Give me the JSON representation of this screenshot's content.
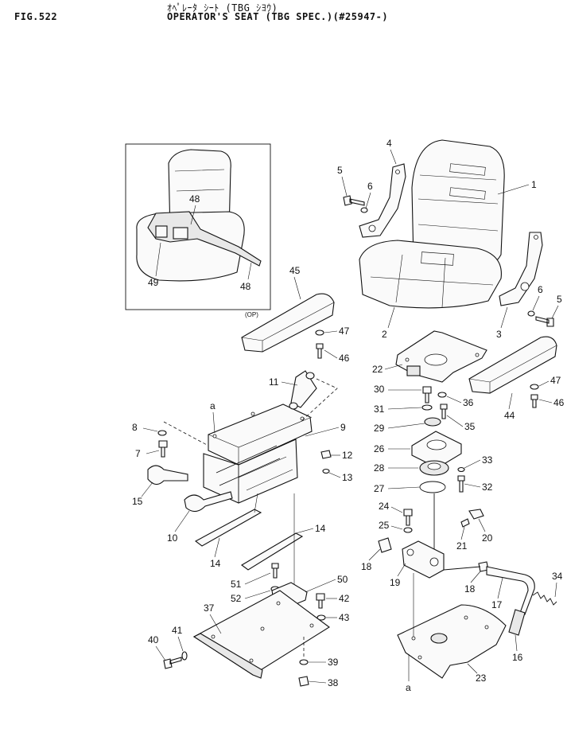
{
  "figure": {
    "label": "FIG.522",
    "title_jp": "ｵﾍﾟﾚｰﾀ ｼｰﾄ (TBG ｼﾖｳ)",
    "title_en": "OPERATOR'S SEAT (TBG SPEC.)(#25947-)"
  },
  "inset": {
    "note": "(OP)"
  },
  "callouts": {
    "c1": "1",
    "c2": "2",
    "c3": "3",
    "c4": "4",
    "c5a": "5",
    "c5b": "5",
    "c6a": "6",
    "c6b": "6",
    "c7": "7",
    "c8": "8",
    "c9": "9",
    "c10": "10",
    "c11": "11",
    "c12": "12",
    "c13": "13",
    "c14a": "14",
    "c14b": "14",
    "c15": "15",
    "c16": "16",
    "c17": "17",
    "c18a": "18",
    "c18b": "18",
    "c19": "19",
    "c20": "20",
    "c21": "21",
    "c22": "22",
    "c23": "23",
    "c24": "24",
    "c25": "25",
    "c26": "26",
    "c27": "27",
    "c28": "28",
    "c29": "29",
    "c30": "30",
    "c31": "31",
    "c32": "32",
    "c33": "33",
    "c34": "34",
    "c35": "35",
    "c36": "36",
    "c37": "37",
    "c38": "38",
    "c39": "39",
    "c40": "40",
    "c41": "41",
    "c42": "42",
    "c43": "43",
    "c44": "44",
    "c45": "45",
    "c46a": "46",
    "c46b": "46",
    "c47a": "47",
    "c47b": "47",
    "c48a": "48",
    "c48b": "48",
    "c49": "49",
    "c50": "50",
    "c51": "51",
    "c52": "52",
    "refA1": "a",
    "refA2": "a"
  }
}
